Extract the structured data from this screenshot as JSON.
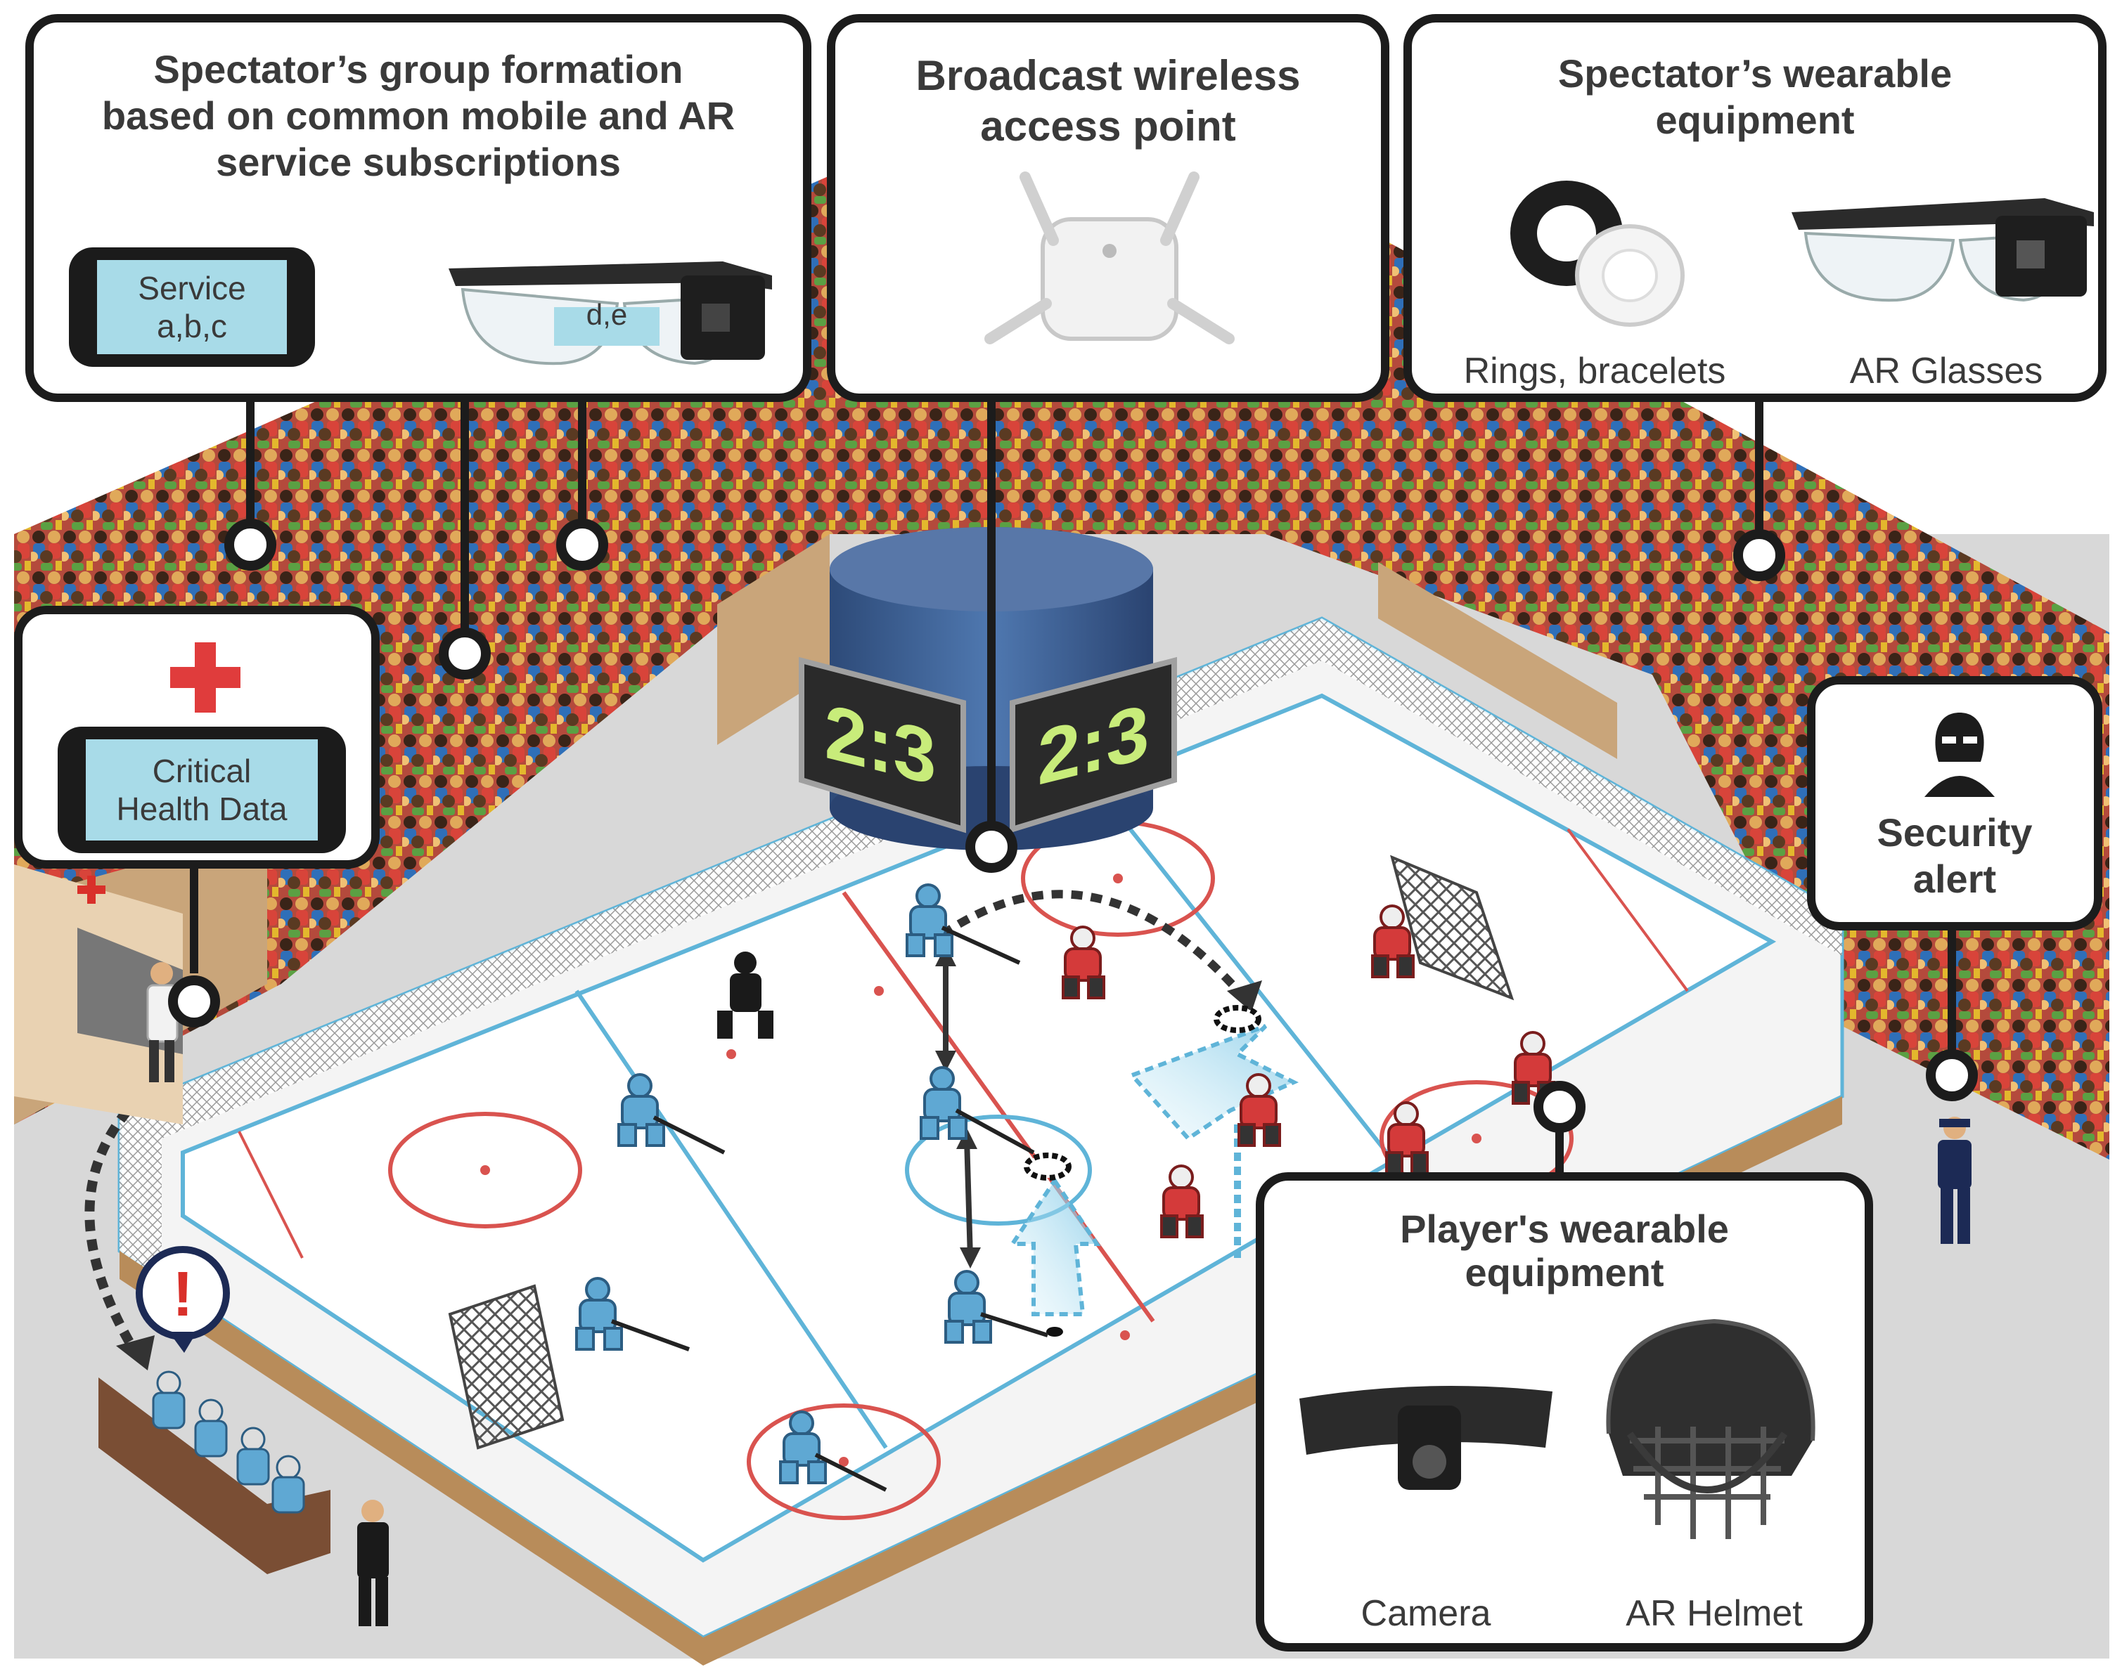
{
  "callouts": {
    "group": {
      "title": "Spectator’s group formation\nbased on common mobile and AR\nservice subscriptions",
      "phone_text": "Service\na,b,c",
      "glasses_text": "d,e"
    },
    "access_point": {
      "title": "Broadcast wireless\naccess point"
    },
    "spectator_wearable": {
      "title": "Spectator’s wearable\nequipment",
      "item1": "Rings, bracelets",
      "item2": "AR Glasses"
    },
    "health": {
      "phone_text": "Critical\nHealth Data"
    },
    "security": {
      "title": "Security\nalert"
    },
    "player_wearable": {
      "title": "Player's wearable\nequipment",
      "item1": "Camera",
      "item2": "AR Helmet"
    }
  },
  "scoreboard": {
    "left": "2:3",
    "right": "2:3"
  },
  "alert_glyph": "!",
  "colors": {
    "ice_line_blue": "#5fb4d8",
    "rink_red": "#d9534f",
    "team_blue": "#5fa8d3",
    "team_red": "#d43a3a",
    "screen_blue": "#a8dbe8",
    "outline": "#1c1c1c"
  },
  "icons": [
    "red-cross-icon",
    "phone-icon",
    "ar-glasses-icon",
    "access-point-icon",
    "ring-icon",
    "security-mask-icon",
    "camera-belt-icon",
    "helmet-icon",
    "alert-bubble-icon"
  ]
}
